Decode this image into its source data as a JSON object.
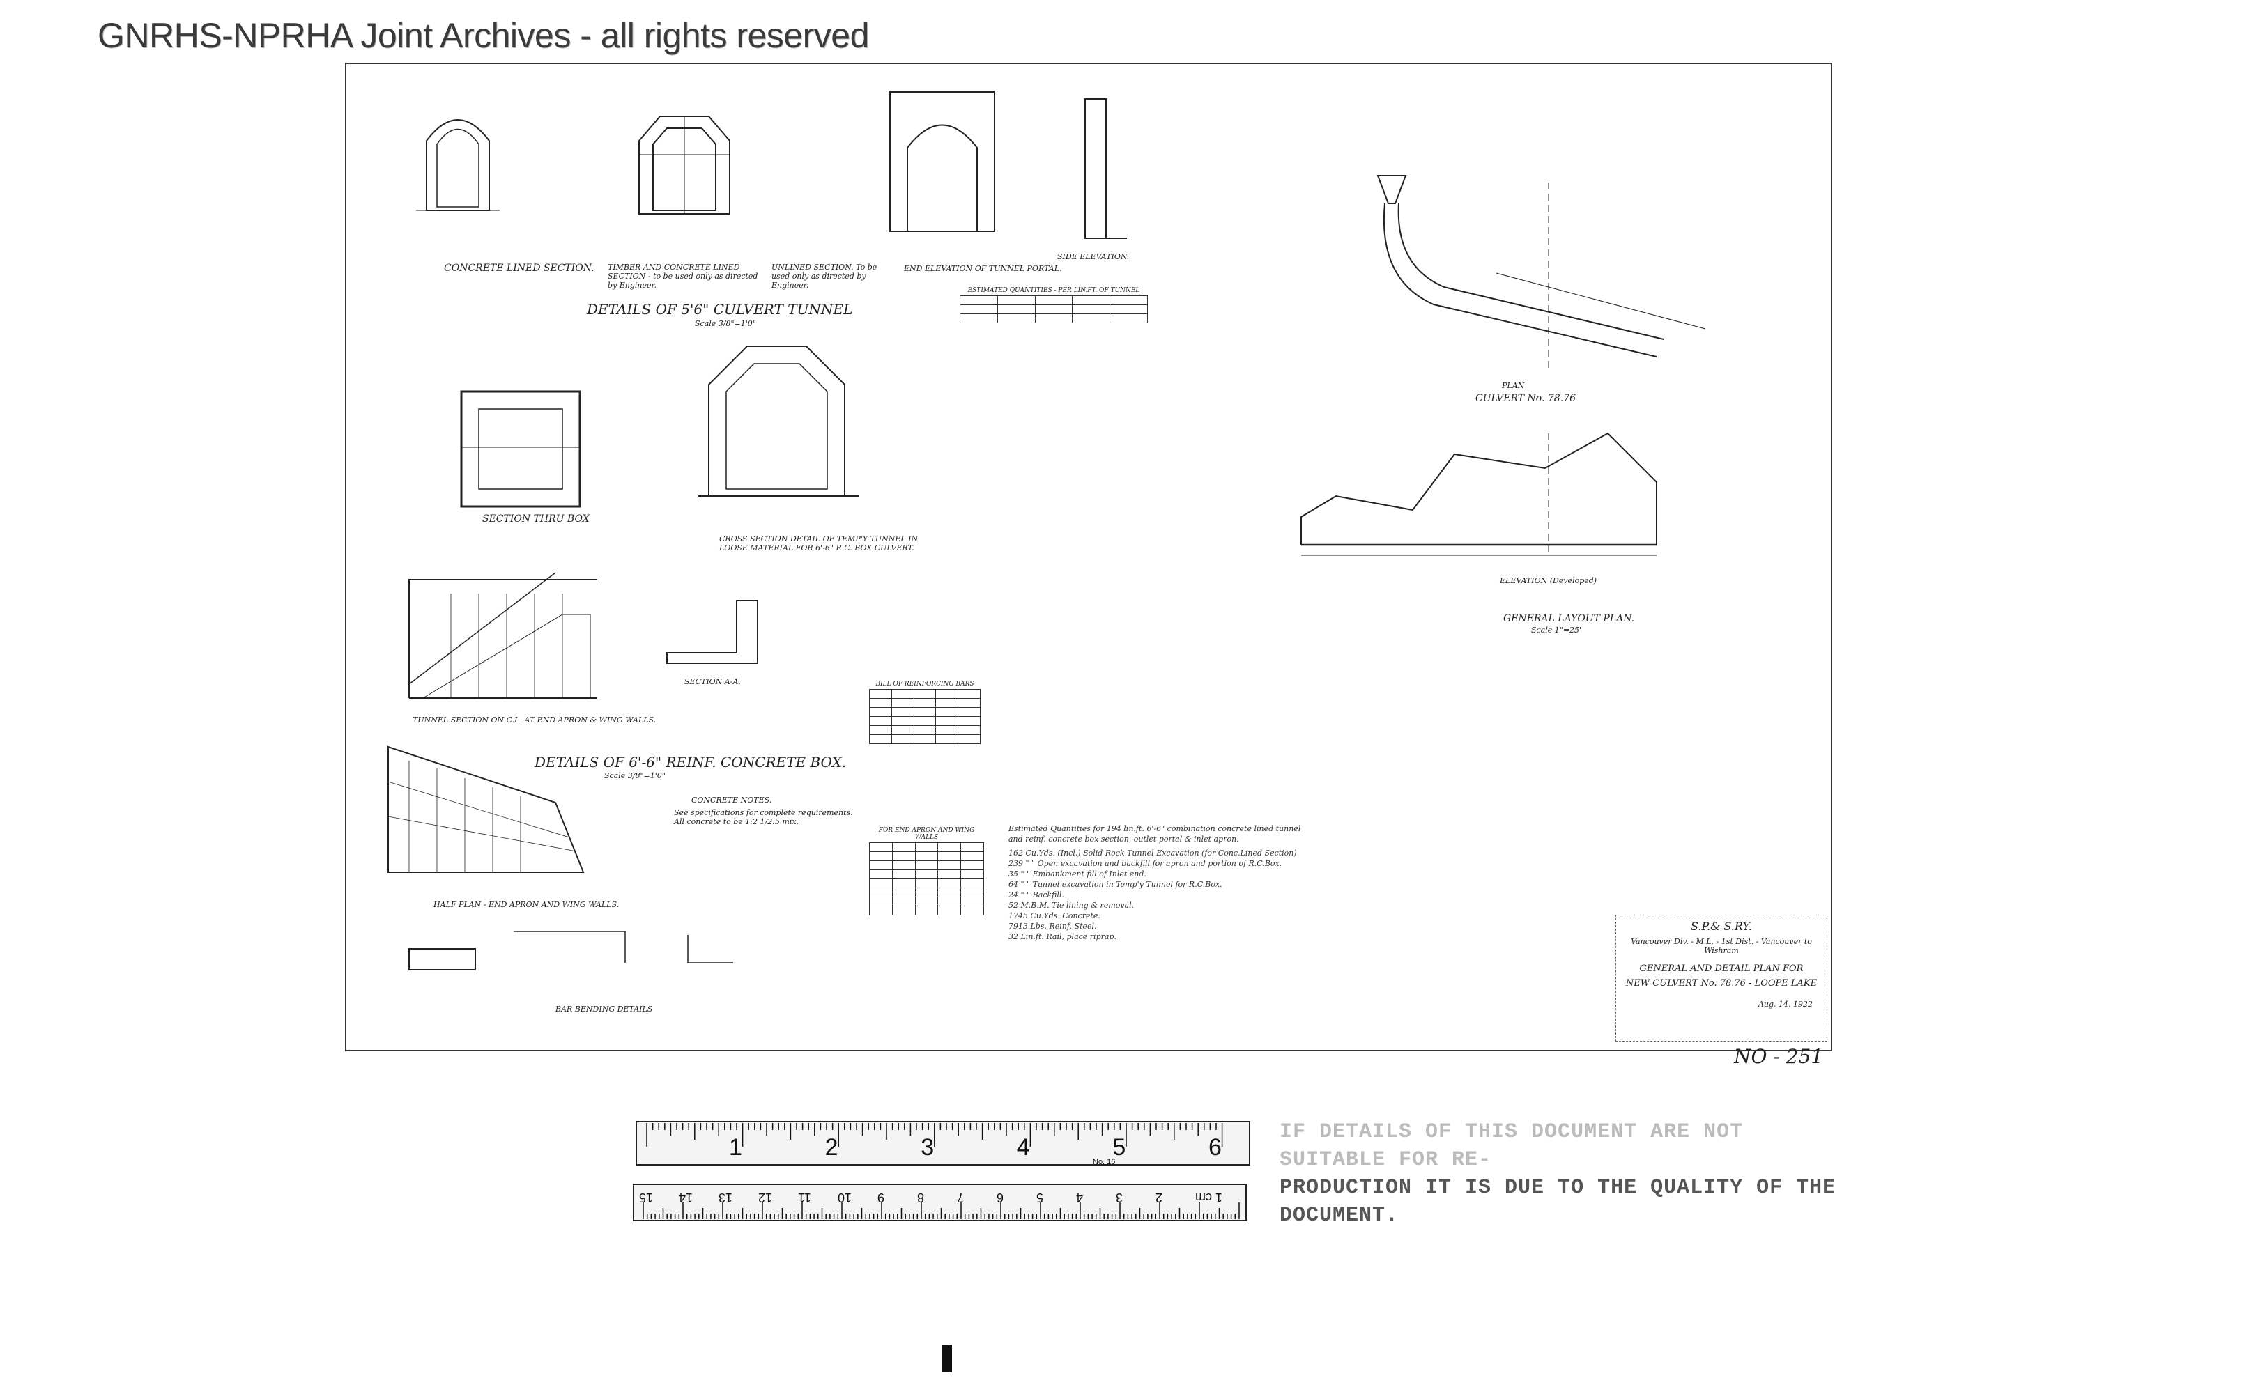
{
  "watermark": "GNRHS-NPRHA Joint Archives - all rights reserved",
  "sheet_number": "NO - 251",
  "title_block": {
    "railway": "S.P.& S.RY.",
    "division": "Vancouver Div. - M.L. - 1st Dist. - Vancouver to Wishram",
    "line1": "GENERAL AND DETAIL PLAN FOR",
    "line2": "NEW CULVERT No. 78.76 - LOOPE LAKE",
    "signature_date": "Aug. 14, 1922"
  },
  "labels": {
    "concrete_lined": "CONCRETE LINED SECTION.",
    "timber_concrete": "TIMBER AND CONCRETE LINED SECTION - to be used only as directed by Engineer.",
    "unlined": "UNLINED SECTION. To be used only as directed by Engineer.",
    "end_elevation": "END ELEVATION OF TUNNEL PORTAL.",
    "side_elevation": "SIDE ELEVATION.",
    "details_culvert": "DETAILS OF 5'6\" CULVERT TUNNEL",
    "details_culvert_scale": "Scale 3/8\"=1'0\"",
    "section_thru_box": "SECTION THRU BOX",
    "cross_section": "CROSS SECTION DETAIL OF TEMP'Y TUNNEL IN LOOSE MATERIAL FOR 6'-6\" R.C. BOX CULVERT.",
    "tunnel_section": "TUNNEL SECTION ON C.L. AT END APRON & WING WALLS.",
    "section_aa": "SECTION A-A.",
    "details_box": "DETAILS OF 6'-6\" REINF. CONCRETE BOX.",
    "details_box_scale": "Scale 3/8\"=1'0\"",
    "half_plan": "HALF PLAN - END APRON AND WING WALLS.",
    "bar_bending": "BAR BENDING DETAILS",
    "concrete_notes_title": "CONCRETE NOTES.",
    "concrete_notes_body": "See specifications for complete requirements. All concrete to be 1:2 1/2:5 mix.",
    "plan": "PLAN",
    "culvert_no": "CULVERT No. 78.76",
    "elevation_developed": "ELEVATION (Developed)",
    "general_layout": "GENERAL LAYOUT PLAN.",
    "general_layout_scale": "Scale 1\"=25'",
    "est_quantities": "ESTIMATED QUANTITIES - PER LIN.FT. OF TUNNEL",
    "bill_reinf": "BILL OF REINFORCING BARS",
    "bill_end": "FOR END APRON AND WING WALLS",
    "est_total_title": "Estimated Quantities for 194 lin.ft. 6'-6\" combination concrete lined tunnel and reinf. concrete box section, outlet portal & inlet apron."
  },
  "est_total_items": [
    "162 Cu.Yds. (Incl.) Solid Rock Tunnel Excavation (for Conc.Lined Section)",
    "239  \"  \"  Open excavation and backfill for apron and portion of R.C.Box.",
    "35  \"  \"  Embankment fill of Inlet end.",
    "64  \"  \"  Tunnel excavation in Temp'y Tunnel for R.C.Box.",
    "24  \"  \"  Backfill.",
    "52 M.B.M. Tie lining & removal.",
    "1745 Cu.Yds. Concrete.",
    "7913 Lbs. Reinf. Steel.",
    "32 Lin.ft. Rail, place riprap."
  ],
  "ruler": {
    "inch_marks": [
      "1",
      "2",
      "3",
      "4",
      "5",
      "6"
    ],
    "cm_marks": [
      "1 cm",
      "2",
      "3",
      "4",
      "5",
      "6",
      "7",
      "8",
      "9",
      "10",
      "11",
      "12",
      "13",
      "14",
      "15"
    ],
    "brand": "No. 16"
  },
  "quality_notice": {
    "line1": "IF DETAILS OF THIS DOCUMENT ARE NOT SUITABLE FOR RE-",
    "line2": "PRODUCTION IT IS DUE TO THE QUALITY OF THE DOCUMENT."
  }
}
